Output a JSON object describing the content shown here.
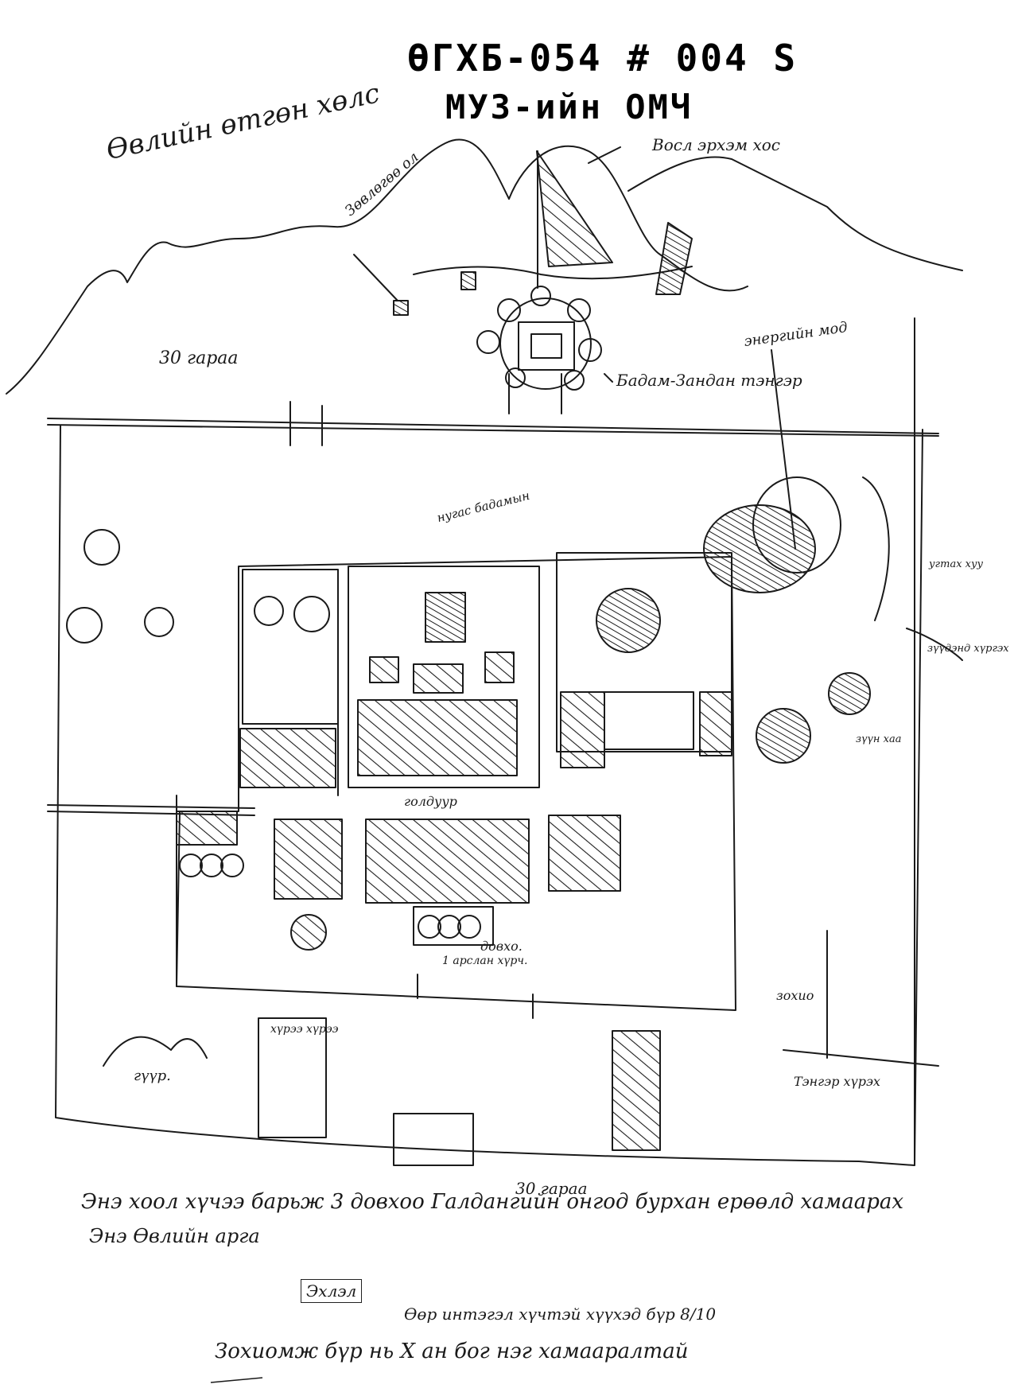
{
  "document": {
    "title_line_1": "ӨГХБ-054 # 004 S",
    "title_line_2": "МУЗ-ийн ОМЧ"
  },
  "notes": {
    "top_left": "Өвлийн өтгөн хөлс",
    "mountain_right": "Восл эрхэм хос",
    "label_left": "Зөвлөгөө ол",
    "thirty_gazar_top": "30 гараа",
    "shrine": "Бадам-Зандан тэнгэр",
    "energy_tree": "энергийн мод",
    "center_top": "нугас бадамын",
    "right_edge_1": "угтах хуу",
    "right_edge_2": "зүүдэнд хүргэх",
    "right_edge_3": "зүүн хаа",
    "golchuur": "голдуур",
    "dovkho": "довхо.",
    "gate": "1 арслан хүрч.",
    "corner": "зохио",
    "bottom_right_box": "Тэнгэр хүрэх",
    "bottom_left": "гүүр.",
    "boxed_1": "хүрээ хүрээ",
    "thirty_gazar_bottom": "30 гараа",
    "line_1": "Энэ хоол хүчээ барьж 3 довхоо Галдангийн онгод бурхан ерөөлд хамаарах",
    "line_2": "Энэ Өвлийн арга",
    "boxed_label": "Эхлэл",
    "line_3": "Өөр интэгэл хүчтэй хүүхэд бүр 8/10",
    "line_4": "Зохиомж бүр нь Х ан бог нэг хамааралтай"
  },
  "colors": {
    "ink": "#111111",
    "paper": "#ffffff",
    "hatch": "#1c1c1c"
  }
}
